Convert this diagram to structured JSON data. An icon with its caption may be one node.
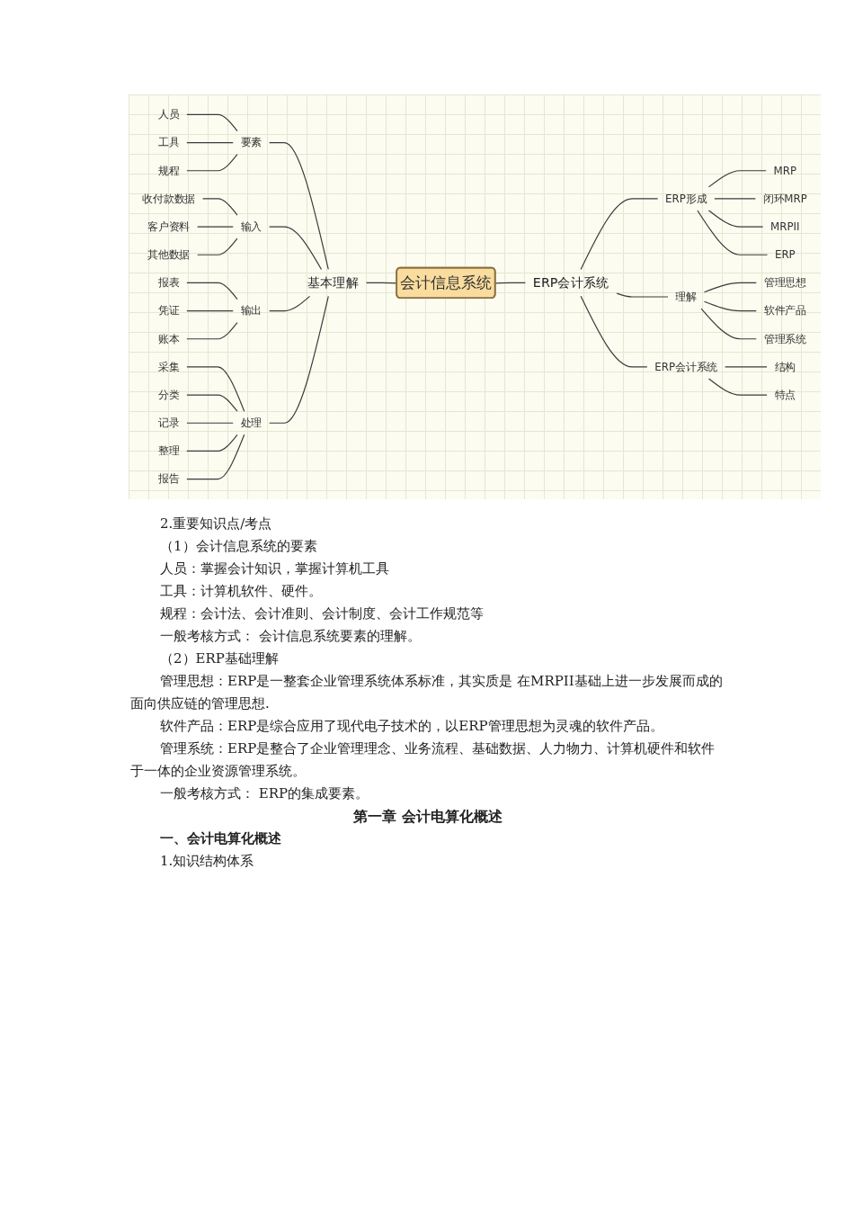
{
  "diagram": {
    "nodes": [
      {
        "text": [
          "会计信息系统"
        ]
      },
      {
        "text": [
          "基本理解"
        ]
      },
      {
        "text": [
          "要素"
        ]
      },
      {
        "text": [
          "人员"
        ]
      },
      {
        "text": [
          "工具"
        ]
      },
      {
        "text": [
          "规程"
        ]
      },
      {
        "text": [
          "输入"
        ]
      },
      {
        "text": [
          "收付款数据"
        ]
      },
      {
        "text": [
          "客户资料"
        ]
      },
      {
        "text": [
          "其他数据"
        ]
      },
      {
        "text": [
          "输出"
        ]
      },
      {
        "text": [
          "报表"
        ]
      },
      {
        "text": [
          "凭证"
        ]
      },
      {
        "text": [
          "账本"
        ]
      },
      {
        "text": [
          "处理"
        ]
      },
      {
        "text": [
          "采集"
        ]
      },
      {
        "text": [
          "分类"
        ]
      },
      {
        "text": [
          "记录"
        ]
      },
      {
        "text": [
          "整理"
        ]
      },
      {
        "text": [
          "报告"
        ]
      },
      {
        "text": [
          "ERP会计系统"
        ]
      },
      {
        "text": [
          "ERP形成"
        ]
      },
      {
        "text": [
          "MRP"
        ]
      },
      {
        "text": [
          "闭环MRP"
        ]
      },
      {
        "text": [
          "MRPII"
        ]
      },
      {
        "text": [
          "ERP"
        ]
      },
      {
        "text": [
          "理解"
        ]
      },
      {
        "text": [
          "管理思想"
        ]
      },
      {
        "text": [
          "软件产品"
        ]
      },
      {
        "text": [
          "管理系统"
        ]
      },
      {
        "text": [
          "ERP会计系统"
        ]
      },
      {
        "text": [
          "结构"
        ]
      },
      {
        "text": [
          "特点"
        ]
      }
    ],
    "edges": [
      {
        "from": 3,
        "to": 2,
        "arrow": "none"
      },
      {
        "from": 4,
        "to": 2,
        "arrow": "none"
      },
      {
        "from": 5,
        "to": 2,
        "arrow": "none"
      },
      {
        "from": 7,
        "to": 6,
        "arrow": "none"
      },
      {
        "from": 8,
        "to": 6,
        "arrow": "none"
      },
      {
        "from": 9,
        "to": 6,
        "arrow": "none"
      },
      {
        "from": 11,
        "to": 10,
        "arrow": "none"
      },
      {
        "from": 12,
        "to": 10,
        "arrow": "none"
      },
      {
        "from": 13,
        "to": 10,
        "arrow": "none"
      },
      {
        "from": 15,
        "to": 14,
        "arrow": "none"
      },
      {
        "from": 16,
        "to": 14,
        "arrow": "none"
      },
      {
        "from": 17,
        "to": 14,
        "arrow": "none"
      },
      {
        "from": 18,
        "to": 14,
        "arrow": "none"
      },
      {
        "from": 19,
        "to": 14,
        "arrow": "none"
      },
      {
        "from": 2,
        "to": 1,
        "arrow": "none"
      },
      {
        "from": 6,
        "to": 1,
        "arrow": "none"
      },
      {
        "from": 10,
        "to": 1,
        "arrow": "none"
      },
      {
        "from": 14,
        "to": 1,
        "arrow": "none"
      },
      {
        "from": 1,
        "to": 0,
        "arrow": "none"
      },
      {
        "from": 0,
        "to": 20,
        "arrow": "none"
      },
      {
        "from": 20,
        "to": 21,
        "arrow": "none"
      },
      {
        "from": 20,
        "to": 26,
        "arrow": "none"
      },
      {
        "from": 20,
        "to": 30,
        "arrow": "none"
      },
      {
        "from": 21,
        "to": 22,
        "arrow": "none"
      },
      {
        "from": 21,
        "to": 23,
        "arrow": "none"
      },
      {
        "from": 21,
        "to": 24,
        "arrow": "none"
      },
      {
        "from": 21,
        "to": 25,
        "arrow": "none"
      },
      {
        "from": 26,
        "to": 27,
        "arrow": "none"
      },
      {
        "from": 26,
        "to": 28,
        "arrow": "none"
      },
      {
        "from": 26,
        "to": 29,
        "arrow": "none"
      },
      {
        "from": 30,
        "to": 31,
        "arrow": "none"
      },
      {
        "from": 30,
        "to": 32,
        "arrow": "none"
      }
    ],
    "labels": [
      "2.重要知识点/考点",
      "（1）会计信息系统的要素",
      "人员：掌握会计知识，掌握计算机工具",
      "工具：计算机软件、硬件。",
      "规程：会计法、会计准则、会计制度、会计工作规范等",
      "一般考核方式： 会计信息系统要素的理解。",
      "（2）ERP基础理解",
      "管理思想：ERP是一整套企业管理系统体系标准，其实质是 在MRPII基础上进一步发展而成的面向供应链的管理思想.",
      "软件产品：ERP是综合应用了现代电子技术的，以ERP管理思想为灵魂的软件产品。",
      "管理系统：ERP是整合了企业管理理念、业务流程、基础数据、人力物力、计算机硬件和软件于一体的企业资源管理系统。",
      "一般考核方式： ERP的集成要素。",
      "第一章 会计电算化概述",
      "一、会计电算化概述",
      "1.知识结构体系"
    ]
  }
}
